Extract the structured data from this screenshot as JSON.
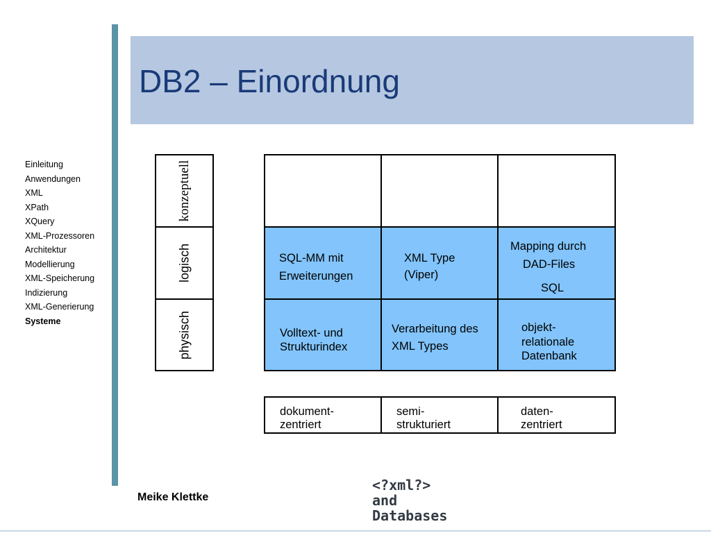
{
  "slide": {
    "title": "DB2 – Einordnung"
  },
  "nav": [
    {
      "label": "Einleitung",
      "active": false
    },
    {
      "label": "Anwendungen",
      "active": false
    },
    {
      "label": "XML",
      "active": false
    },
    {
      "label": "XPath",
      "active": false
    },
    {
      "label": "XQuery",
      "active": false
    },
    {
      "label": "XML-Prozessoren",
      "active": false
    },
    {
      "label": "Architektur",
      "active": false
    },
    {
      "label": "Modellierung",
      "active": false
    },
    {
      "label": "XML-Speicherung",
      "active": false
    },
    {
      "label": "Indizierung",
      "active": false
    },
    {
      "label": "XML-Generierung",
      "active": false
    },
    {
      "label": "Systeme",
      "active": true
    }
  ],
  "levels": {
    "konzeptuell": "konzeptuell",
    "logisch": "logisch",
    "physisch": "physisch"
  },
  "grid": {
    "logisch": {
      "c1_line1": "SQL-MM mit",
      "c1_line2": "Erweiterungen",
      "c2_line1": "XML Type",
      "c2_line2": "(Viper)",
      "c3_line1": "Mapping durch",
      "c3_line2": "DAD-Files",
      "c3_line3": "SQL"
    },
    "physisch": {
      "c1_line1": "Volltext- und",
      "c1_line2": "Strukturindex",
      "c2_line1": "Verarbeitung des",
      "c2_line2": "XML Types",
      "c3_line1": "objekt-",
      "c3_line2": "relationale",
      "c3_line3": "Datenbank"
    }
  },
  "categories": {
    "c1_line1": "dokument-",
    "c1_line2": "zentriert",
    "c2_line1": "semi-",
    "c2_line2": "strukturiert",
    "c3_line1": "daten-",
    "c3_line2": "zentriert"
  },
  "footer": {
    "author": "Meike Klettke",
    "logo_line1": "<?xml?>",
    "logo_line2": "and",
    "logo_line3": "Databases"
  },
  "colors": {
    "title_bg": "#b6c8e1",
    "title_text": "#1a3a78",
    "accent_bar": "#5b93a9",
    "cell_blue": "#82c4fb"
  }
}
